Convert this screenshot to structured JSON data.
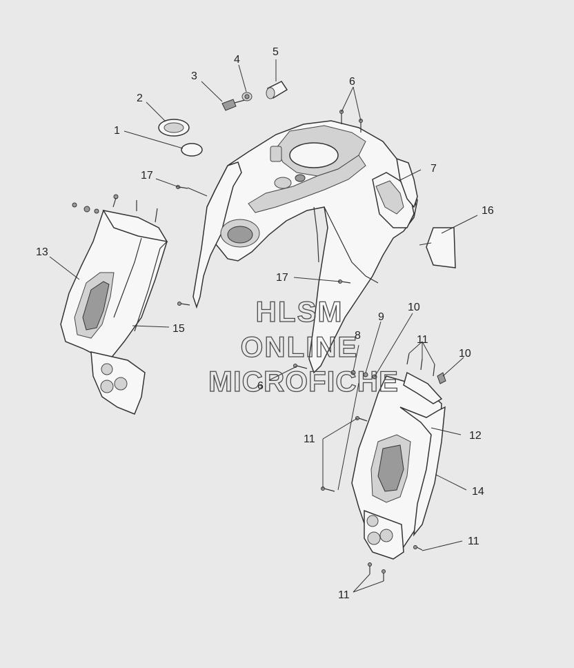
{
  "callouts": {
    "c1": "1",
    "c2": "2",
    "c3": "3",
    "c4": "4",
    "c5": "5",
    "c6a": "6",
    "c6b": "6",
    "c7": "7",
    "c8": "8",
    "c9": "9",
    "c10a": "10",
    "c10b": "10",
    "c11a": "11",
    "c11b": "11",
    "c11c": "11",
    "c11d": "11",
    "c12": "12",
    "c13": "13",
    "c14": "14",
    "c15": "15",
    "c16": "16",
    "c17a": "17",
    "c17b": "17"
  },
  "watermark": {
    "line1": "HLSM",
    "line2": "ONLINE",
    "line3": "MICROFICHE"
  }
}
